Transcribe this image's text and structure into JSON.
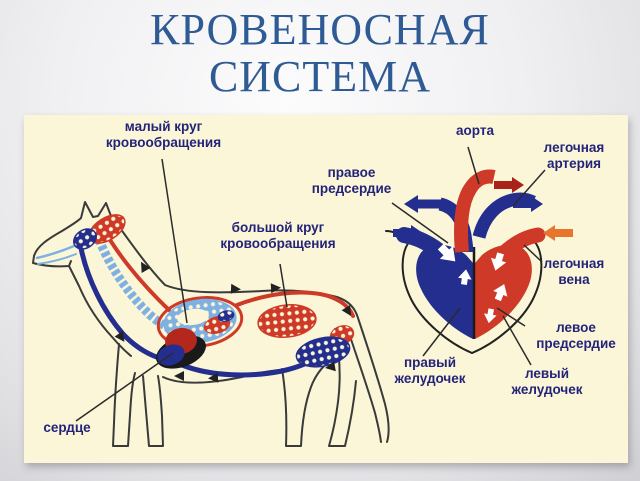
{
  "slide": {
    "title_line1": "КРОВЕНОСНАЯ",
    "title_line2": "СИСТЕМА"
  },
  "diagram": {
    "labels": {
      "pulmonary_circulation": "малый круг\nкровообращения",
      "aorta": "аорта",
      "pulmonary_artery": "легочная\nартерия",
      "right_atrium": "правое\nпредсердие",
      "systemic_circulation": "большой круг\nкровообращения",
      "pulmonary_vein": "легочная\nвена",
      "left_atrium": "левое\nпредсердие",
      "right_ventricle": "правый\nжелудочек",
      "left_ventricle": "левый\nжелудочек",
      "heart": "сердце"
    }
  },
  "colors": {
    "title_blue": "#2e5b94",
    "label_navy": "#23237a",
    "panel_cream": "#faf6d7",
    "artery_red": "#cf3a28",
    "vein_navy": "#232e8e",
    "capillary_blue": "#7eb1e2",
    "dark_red_arrow": "#a82318",
    "orange_arrow": "#e8752c",
    "outline_gray": "#3a3a3a"
  }
}
